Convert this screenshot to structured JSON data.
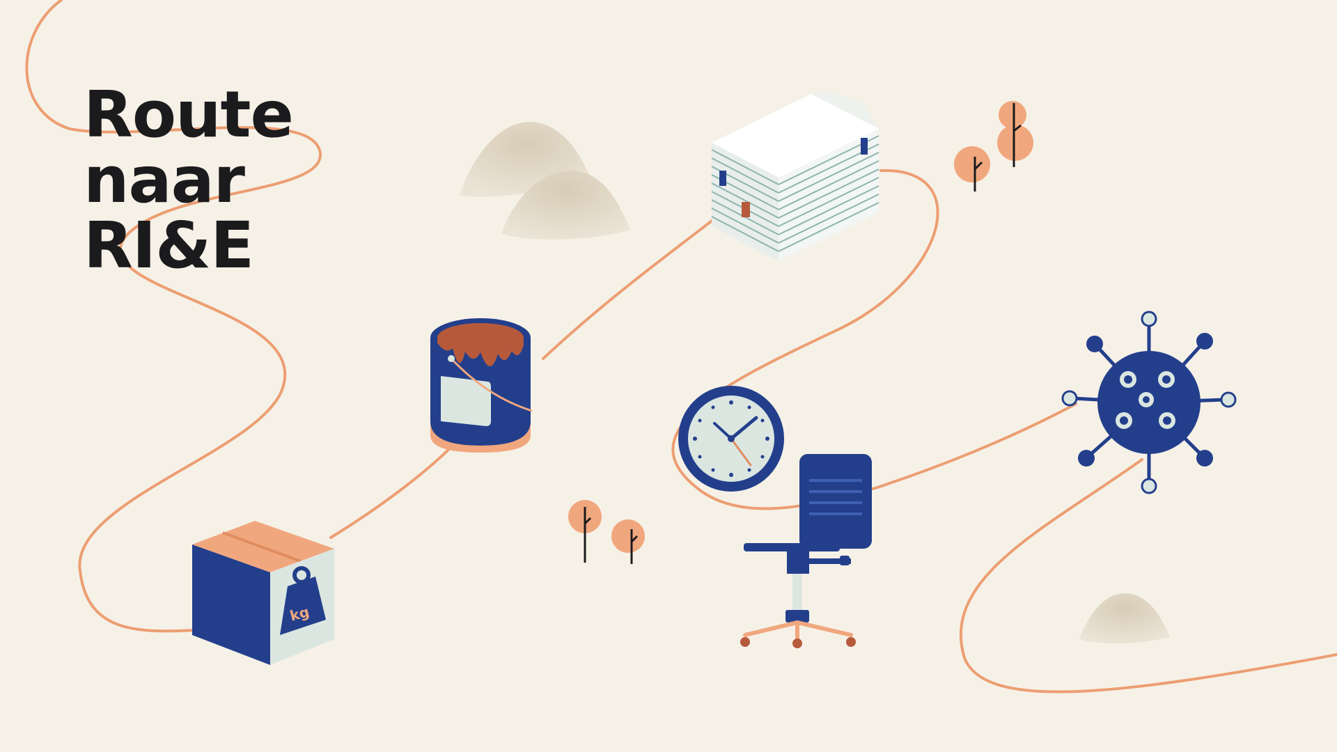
{
  "title": {
    "lines": [
      "Route",
      "naar",
      "RI&E"
    ]
  },
  "weight_label": "kg",
  "colors": {
    "background": "#f6f1e7",
    "path": "#ec9e72",
    "navy": "#1f3a8a",
    "peach": "#f1a77e",
    "mint": "#dbe6e1",
    "rust": "#b65a3b",
    "sand": "#d8cdb8",
    "ink": "#1b1b1d"
  },
  "icons": [
    "box-with-weight-icon",
    "paint-bucket-icon",
    "paper-stack-icon",
    "wall-clock-icon",
    "office-chair-icon",
    "virus-icon",
    "tree-icon",
    "hill-icon"
  ]
}
